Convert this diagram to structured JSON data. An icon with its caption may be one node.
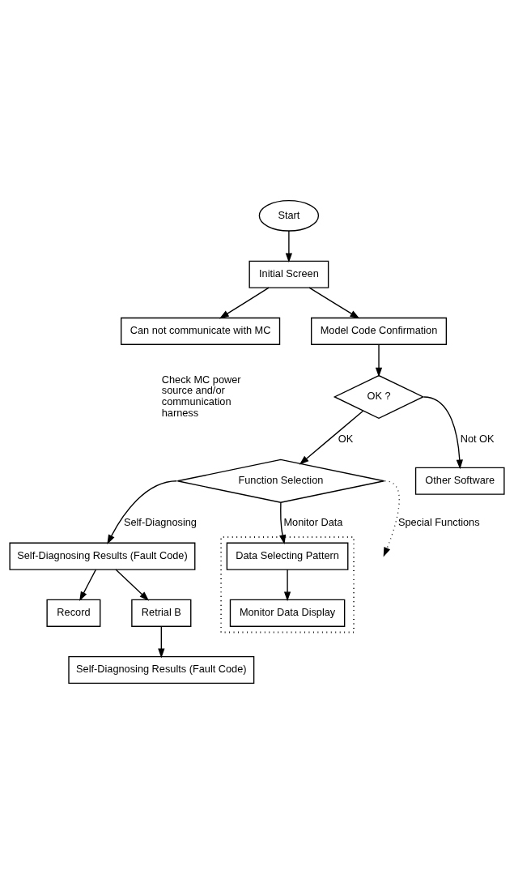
{
  "diagram": {
    "nodes": [
      {
        "text": [
          "Start"
        ]
      },
      {
        "text": [
          "Initial Screen"
        ]
      },
      {
        "text": [
          "Can not communicate with MC"
        ],
        "beside": [
          "Check MC power source and/or communication harness"
        ]
      },
      {
        "text": [
          "Model Code Confirmation"
        ]
      },
      {
        "text": [
          "OK ?"
        ]
      },
      {
        "text": [
          "Other Software"
        ]
      },
      {
        "text": [
          "Function Selection"
        ]
      },
      {
        "text": [
          "Self-Diagnosing Results (Fault Code)"
        ]
      },
      {
        "text": [
          "Record"
        ]
      },
      {
        "text": [
          "Retrial B"
        ]
      },
      {
        "text": [
          "Self-Diagnosing Results (Fault Code)"
        ]
      },
      {
        "text": [],
        "shape": "box"
      },
      {
        "text": [
          "Data Selecting Pattern"
        ],
        "in": 11
      },
      {
        "text": [
          "Monitor Data Display"
        ],
        "in": 11
      }
    ],
    "edges": [
      {
        "from": 0,
        "to": 1,
        "arrow": "to"
      },
      {
        "from": 1,
        "to": 2,
        "arrow": "to"
      },
      {
        "from": 1,
        "to": 3,
        "arrow": "to"
      },
      {
        "from": 3,
        "to": 4,
        "arrow": "to"
      },
      {
        "from": 4,
        "to": 5,
        "arrow": "to",
        "label": "Not OK"
      },
      {
        "from": 4,
        "to": 6,
        "arrow": "to",
        "label": "OK"
      },
      {
        "from": 6,
        "to": 7,
        "arrow": "to",
        "label": "Self-Diagnosing"
      },
      {
        "from": 7,
        "to": 8,
        "arrow": "to"
      },
      {
        "from": 7,
        "to": 9,
        "arrow": "to"
      },
      {
        "from": 9,
        "to": 10,
        "arrow": "to"
      },
      {
        "from": 6,
        "to": 12,
        "arrow": "to",
        "label": "Monitor Data"
      },
      {
        "from": 12,
        "to": 13,
        "arrow": "to"
      },
      {
        "from": 6,
        "to": null,
        "arrow": "to",
        "label": "Special Functions",
        "style": "dashed"
      }
    ]
  }
}
